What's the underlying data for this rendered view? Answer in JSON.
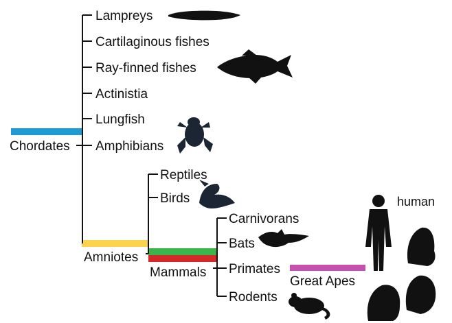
{
  "tree": {
    "chordates_label": "Chordates",
    "amniotes_label": "Amniotes",
    "mammals_label": "Mammals",
    "great_apes_label": "Great Apes",
    "human_label": "human",
    "chordate_taxa": [
      "Lampreys",
      "Cartilaginous fishes",
      "Ray-finned fishes",
      "Actinistia",
      "Lungfish",
      "Amphibians"
    ],
    "amniote_taxa": [
      "Reptiles",
      "Birds"
    ],
    "mammal_taxa": [
      "Carnivorans",
      "Bats",
      "Primates",
      "Rodents"
    ]
  },
  "colors": {
    "chordates_bar": "#1e9ad6",
    "amniotes_bar": "#fcd34d",
    "mammals_bar_top": "#3ab54a",
    "mammals_bar_bottom": "#d62828",
    "great_apes_bar": "#c64fb0",
    "silhouette": "#111111"
  },
  "icons": [
    "lamprey-icon",
    "fish-icon",
    "frog-icon",
    "bird-icon",
    "bat-icon",
    "rat-icon",
    "human-icon",
    "orangutan-icon",
    "gorilla-icon",
    "chimpanzee-icon"
  ]
}
